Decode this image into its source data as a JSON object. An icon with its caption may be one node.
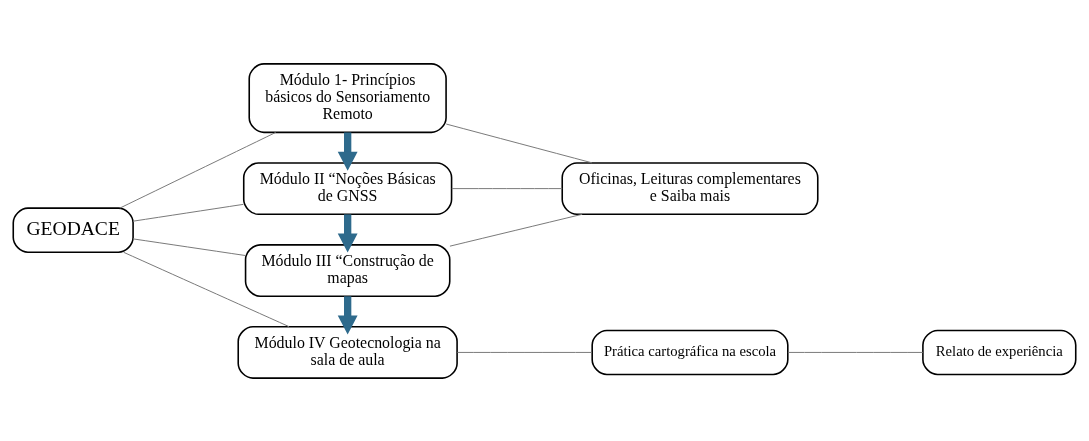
{
  "diagram": {
    "nodes": [
      {
        "text": [
          "GEODACE"
        ]
      },
      {
        "text": [
          "Módulo 1- Princípios básicos do Sensoriamento Remoto"
        ]
      },
      {
        "text": [
          "Módulo II “Noções Básicas de GNSS"
        ]
      },
      {
        "text": [
          "Módulo III “Construção de mapas"
        ]
      },
      {
        "text": [
          "Módulo IV Geotecnologia na sala de aula"
        ]
      },
      {
        "text": [
          "Oficinas, Leituras complementares e Saiba mais"
        ]
      },
      {
        "text": [
          "Prática cartográfica na escola"
        ]
      },
      {
        "text": [
          "Relato de experiência"
        ]
      }
    ],
    "edges": [
      {
        "from": 0,
        "to": 1,
        "arrow": "none"
      },
      {
        "from": 0,
        "to": 2,
        "arrow": "none"
      },
      {
        "from": 0,
        "to": 3,
        "arrow": "none"
      },
      {
        "from": 0,
        "to": 4,
        "arrow": "none"
      },
      {
        "from": 1,
        "to": 2,
        "arrow": "to",
        "style": "thick",
        "color": "#2e6a8c"
      },
      {
        "from": 2,
        "to": 3,
        "arrow": "to",
        "style": "thick",
        "color": "#2e6a8c"
      },
      {
        "from": 3,
        "to": 4,
        "arrow": "to",
        "style": "thick",
        "color": "#2e6a8c"
      },
      {
        "from": 1,
        "to": 5,
        "arrow": "none"
      },
      {
        "from": 2,
        "to": 5,
        "arrow": "none"
      },
      {
        "from": 3,
        "to": 5,
        "arrow": "none"
      },
      {
        "from": 4,
        "to": 6,
        "arrow": "none"
      },
      {
        "from": 6,
        "to": 7,
        "arrow": "none"
      }
    ]
  }
}
